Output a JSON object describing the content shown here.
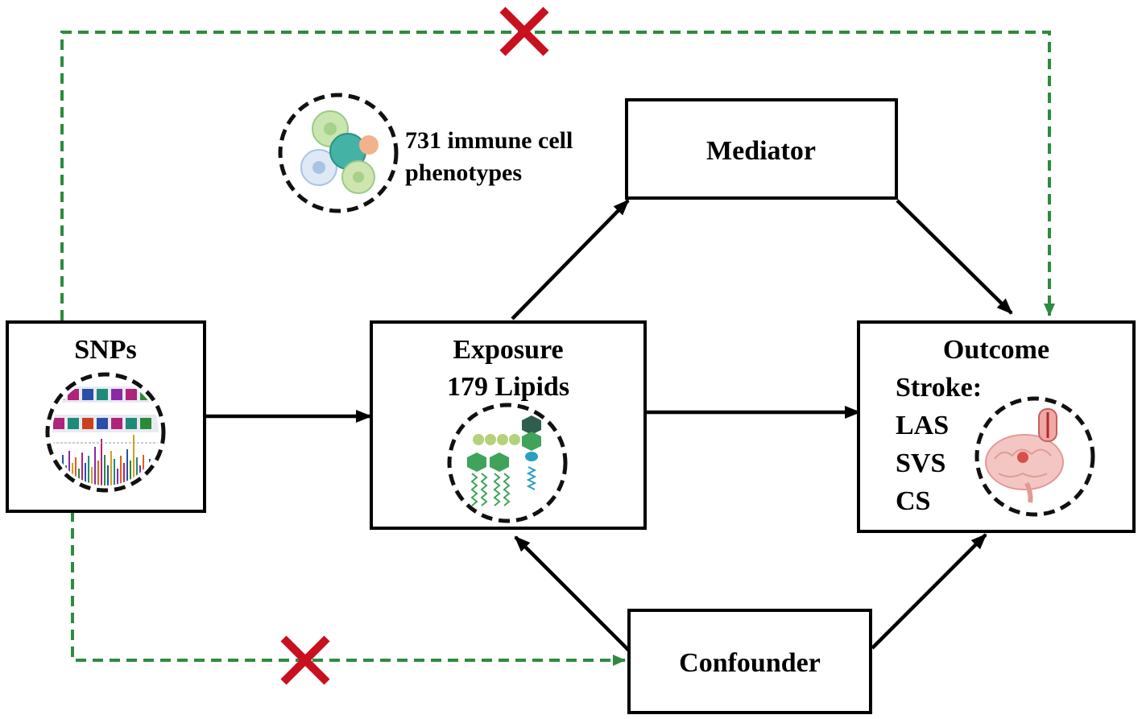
{
  "nodes": {
    "snps": {
      "label": "SNPs"
    },
    "exposure": {
      "label_line1": "Exposure",
      "label_line2": "179 Lipids"
    },
    "mediator": {
      "label": "Mediator"
    },
    "outcome": {
      "label": "Outcome",
      "lines": [
        "Stroke:",
        "LAS",
        "SVS",
        "CS"
      ]
    },
    "confounder": {
      "label": "Confounder"
    },
    "immune": {
      "line1": "731 immune cell",
      "line2": "phenotypes"
    }
  },
  "colors": {
    "solid_arrow": "#000000",
    "dashed_path": "#2e8b3e",
    "cross_mark": "#c8101e"
  },
  "icons": {
    "snps": "manhattan-plot-icon",
    "exposure": "lipid-molecule-icon",
    "outcome": "brain-vessel-icon",
    "immune": "immune-cells-icon"
  }
}
